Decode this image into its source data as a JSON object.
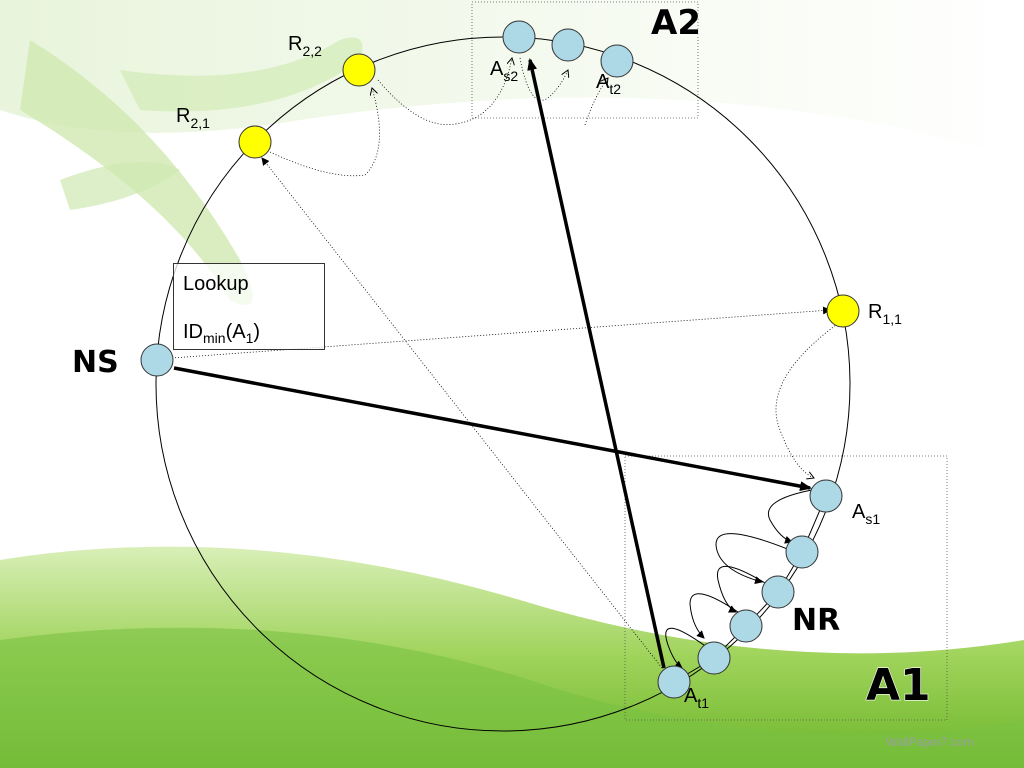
{
  "colors": {
    "node_blue": "#add8e6",
    "node_yellow": "#ffff00",
    "background_green": "#8cc63f"
  },
  "labels": {
    "ns": "NS",
    "nr": "NR",
    "a1": "A1",
    "a2": "A2",
    "r22_main": "R",
    "r22_sub": "2,2",
    "r21_main": "R",
    "r21_sub": "2,1",
    "r11_main": "R",
    "r11_sub": "1,1",
    "as2_main": "A",
    "as2_sub": "s2",
    "at2_main": "A",
    "at2_sub": "t2",
    "as1_main": "A",
    "as1_sub": "s1",
    "at1_main": "A",
    "at1_sub": "t1"
  },
  "lookup_box": {
    "line1": "Lookup",
    "line2_main": "ID",
    "line2_sub": "min",
    "line2_paren_open": "(A",
    "line2_paren_sub": "1",
    "line2_paren_close": ")"
  },
  "watermark": "WallPaper7.com"
}
